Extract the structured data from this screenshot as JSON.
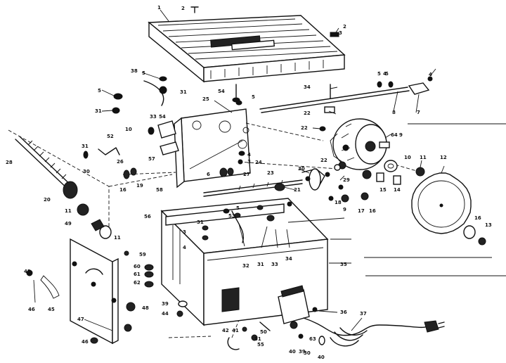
{
  "callouts": {
    "c1": "1",
    "c2a": "2",
    "c2b": "2",
    "c3a": "3",
    "c3b": "3",
    "c3c": "3",
    "c4a": "4",
    "c4b": "4",
    "c4c": "4",
    "c4d": "4",
    "c5a": "5",
    "c5b": "5",
    "c5c": "5",
    "c5d": "5",
    "c5e": "5",
    "c5f": "5",
    "c6": "6",
    "c7": "7",
    "c8": "8",
    "c9": "9",
    "c10a": "10",
    "c10b": "10",
    "c11a": "11",
    "c11b": "11",
    "c12": "12",
    "c13": "13",
    "c14": "14",
    "c15": "15",
    "c16a": "16",
    "c16b": "16",
    "c17": "17",
    "c18": "18",
    "c19": "19",
    "c20": "20",
    "c21": "21",
    "c22a": "22",
    "c22b": "22",
    "c22c": "22",
    "c23": "23",
    "c24": "24",
    "c25": "25",
    "c26": "26",
    "c27": "27",
    "c28": "28",
    "c29": "29",
    "c30a": "30",
    "c30b": "30",
    "c30c": "30",
    "c31a": "31",
    "c31b": "31",
    "c31c": "31",
    "c32": "32",
    "c33a": "33",
    "c33b": "33",
    "c34a": "34",
    "c34b": "34",
    "c35": "35",
    "c36": "36",
    "c37": "37",
    "c38": "38",
    "c39a": "39",
    "c39b": "39",
    "c40a": "40",
    "c40b": "40",
    "c41": "41",
    "c42": "42",
    "c43": "43",
    "c44": "44",
    "c45": "45",
    "c46a": "46",
    "c46b": "46",
    "c47": "47",
    "c48": "48",
    "c49": "49",
    "c50": "50",
    "c51": "51",
    "c52": "52",
    "c53": "53",
    "c54a": "54",
    "c54b": "54",
    "c55": "55",
    "c56": "56",
    "c57": "57",
    "c58": "58",
    "c59": "59",
    "c60": "60",
    "c61": "61",
    "c62": "62",
    "c63": "63",
    "c64": "64"
  }
}
